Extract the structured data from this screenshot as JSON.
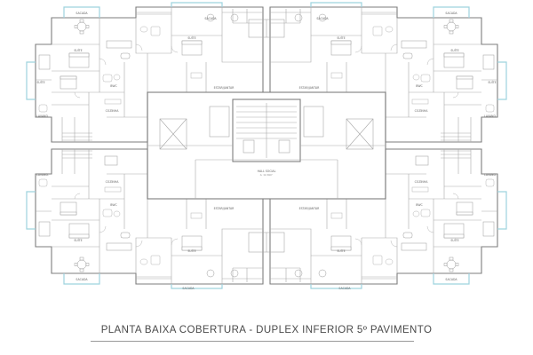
{
  "drawing": {
    "title": "PLANTA BAIXA  COBERTURA - DUPLEX INFERIOR 5º PAVIMENTO"
  },
  "rooms": {
    "sacada": "SACADA",
    "suite": "SUÍTE",
    "estar_jantar": "ESTAR/JANTAR",
    "cozinha": "COZINHA",
    "lavand": "LAVAND.",
    "bwc": "BWC",
    "hall": "HALL SOCIAL",
    "area_label": "A: 11,50m²"
  }
}
